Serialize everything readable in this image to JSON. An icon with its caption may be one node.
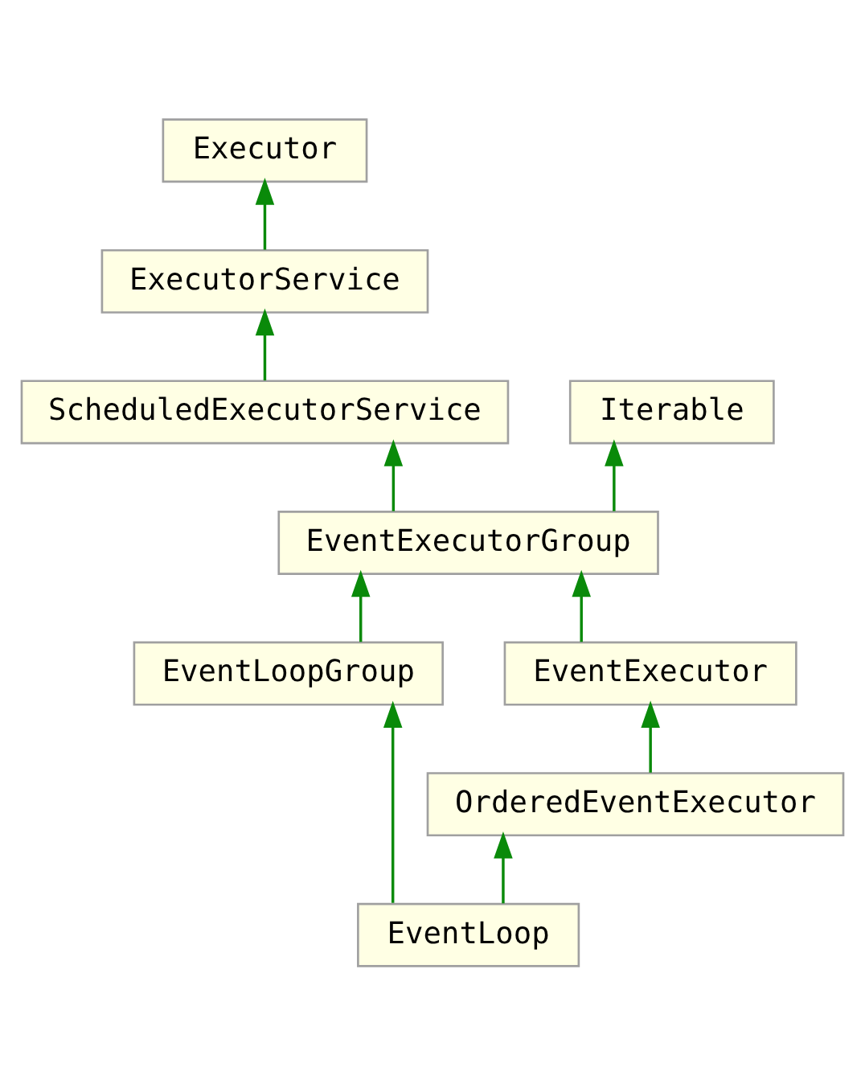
{
  "diagram": {
    "nodes": [
      {
        "text": [
          "Executor"
        ]
      },
      {
        "text": [
          "ExecutorService"
        ]
      },
      {
        "text": [
          "ScheduledExecutorService"
        ]
      },
      {
        "text": [
          "Iterable"
        ]
      },
      {
        "text": [
          "EventExecutorGroup"
        ]
      },
      {
        "text": [
          "EventExecutor"
        ]
      },
      {
        "text": [
          "EventLoopGroup"
        ]
      },
      {
        "text": [
          "OrderedEventExecutor"
        ]
      },
      {
        "text": [
          "EventLoop"
        ]
      }
    ],
    "edges": [
      {
        "from": 1,
        "to": 0,
        "arrow": "to"
      },
      {
        "from": 2,
        "to": 1,
        "arrow": "to"
      },
      {
        "from": 4,
        "to": 2,
        "arrow": "to"
      },
      {
        "from": 4,
        "to": 3,
        "arrow": "to"
      },
      {
        "from": 5,
        "to": 4,
        "arrow": "to"
      },
      {
        "from": 6,
        "to": 4,
        "arrow": "to"
      },
      {
        "from": 7,
        "to": 5,
        "arrow": "to"
      },
      {
        "from": 8,
        "to": 7,
        "arrow": "to"
      },
      {
        "from": 8,
        "to": 6,
        "arrow": "to"
      }
    ]
  }
}
